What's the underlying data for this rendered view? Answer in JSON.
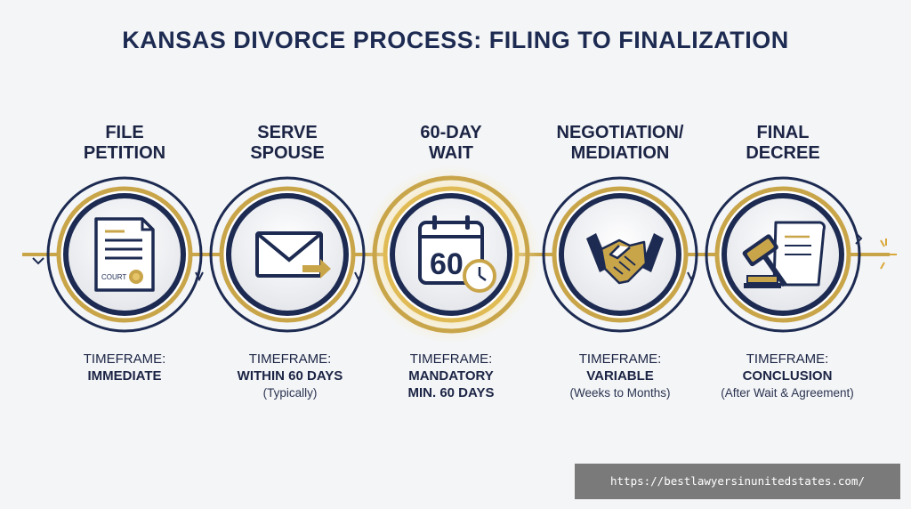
{
  "title": "KANSAS DIVORCE PROCESS: FILING TO FINALIZATION",
  "steps": [
    {
      "title_line1": "FILE",
      "title_line2": "PETITION",
      "icon": "document-icon",
      "doc_label": "COURT",
      "timeframe_label": "TIMEFRAME:",
      "timeframe_value": "IMMEDIATE",
      "timeframe_value2": "",
      "timeframe_note": ""
    },
    {
      "title_line1": "SERVE",
      "title_line2": "SPOUSE",
      "icon": "envelope-icon",
      "timeframe_label": "TIMEFRAME:",
      "timeframe_value": "WITHIN 60 DAYS",
      "timeframe_value2": "",
      "timeframe_note": "(Typically)"
    },
    {
      "title_line1": "60-DAY",
      "title_line2": "WAIT",
      "icon": "calendar-clock-icon",
      "calendar_number": "60",
      "timeframe_label": "TIMEFRAME:",
      "timeframe_value": "MANDATORY",
      "timeframe_value2": "MIN. 60 DAYS",
      "timeframe_note": ""
    },
    {
      "title_line1": "NEGOTIATION/",
      "title_line2": "MEDIATION",
      "icon": "handshake-icon",
      "timeframe_label": "TIMEFRAME:",
      "timeframe_value": "VARIABLE",
      "timeframe_value2": "",
      "timeframe_note": "(Weeks to Months)"
    },
    {
      "title_line1": "FINAL",
      "title_line2": "DECREE",
      "icon": "gavel-icon",
      "timeframe_label": "TIMEFRAME:",
      "timeframe_value": "CONCLUSION",
      "timeframe_value2": "",
      "timeframe_note": "(After Wait & Agreement)"
    }
  ],
  "colors": {
    "navy": "#1d2b52",
    "gold": "#c9a54a",
    "background": "#f4f5f7"
  },
  "watermark": "https://bestlawyersinunitedstates.com/"
}
